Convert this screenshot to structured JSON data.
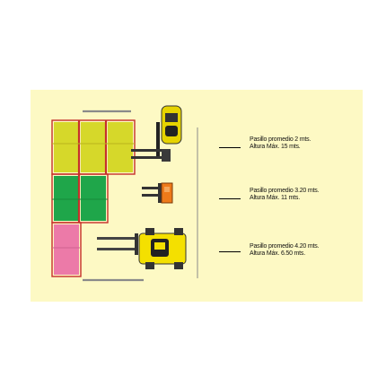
{
  "colors": {
    "panel": "#fdf9c4",
    "rack_yellow": "#d6d82a",
    "rack_green": "#1fa64a",
    "rack_pink": "#ec7aa8",
    "rack_frame": "#c62f2a",
    "forklift_yellow": "#f4e000",
    "orange_load": "#ee7a1a"
  },
  "legend": [
    {
      "line1": "Pasillo promedio 2 mts.",
      "line2": "Altura Máx. 15 mts."
    },
    {
      "line1": "Pasillo promedio 3.20 mts.",
      "line2": "Altura Máx. 11 mts."
    },
    {
      "line1": "Pasillo promedio 4.20 mts.",
      "line2": "Altura Máx. 6.50 mts."
    }
  ]
}
